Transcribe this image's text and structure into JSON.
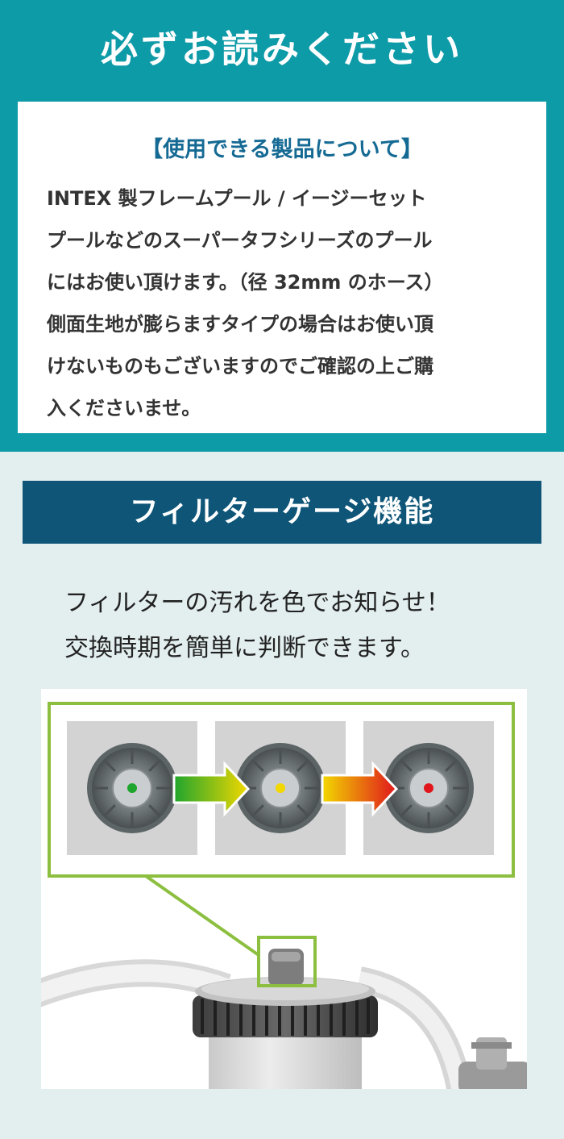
{
  "notice": {
    "title": "必ずお読みください",
    "heading": "【使用できる製品について】",
    "lines": [
      "INTEX 製フレームプール / イージーセット",
      "プールなどのスーパータフシリーズのプール",
      "にはお使い頂けます。（径 32mm のホース）",
      "側面生地が膨らますタイプの場合はお使い頂",
      "けないものもございますのでご確認の上ご購",
      "入くださいませ。"
    ]
  },
  "feature": {
    "title": "フィルターゲージ機能",
    "lines": [
      "フィルターの汚れを色でお知らせ！",
      "交換時期を簡単に判断できます。"
    ]
  },
  "gauge": {
    "colors": {
      "frame": "#8cbf3f",
      "green": "#1fa52d",
      "yellow": "#f2d800",
      "red": "#e0161c"
    },
    "states": [
      "green",
      "yellow",
      "red"
    ]
  }
}
